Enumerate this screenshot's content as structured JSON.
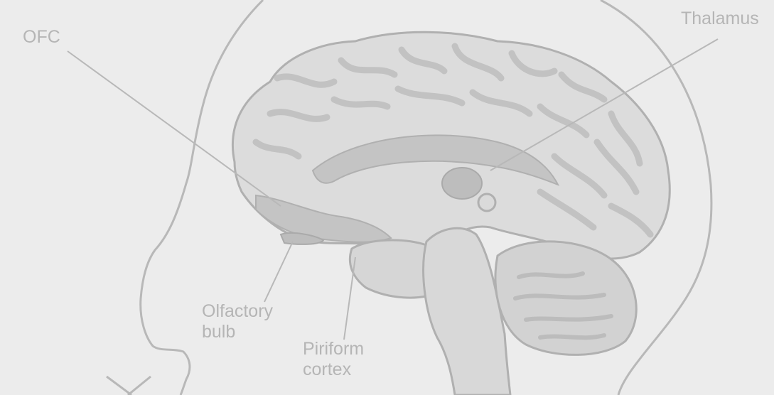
{
  "labels": {
    "ofc": "OFC",
    "thalamus": "Thalamus",
    "olfactory_bulb": "Olfactory\nbulb",
    "piriform_cortex": "Piriform\ncortex"
  },
  "colors": {
    "background": "#ececec",
    "outline": "#b8b8b8",
    "fill": "#c6c6c6",
    "text": "#b5b5b5"
  }
}
